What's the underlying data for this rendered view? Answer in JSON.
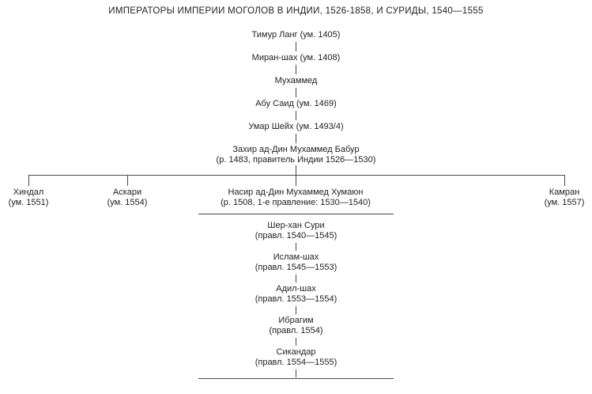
{
  "title": "ИМПЕРАТОРЫ ИМПЕРИИ МОГОЛОВ В ИНДИИ, 1526-1858, И СУРИДЫ, 1540—1555",
  "ancestors": [
    {
      "line1": "Тимур Ланг (ум. 1405)"
    },
    {
      "line1": "Миран-шах (ум. 1408)"
    },
    {
      "line1": "Мухаммед"
    },
    {
      "line1": "Абу Саид (ум. 1469)"
    },
    {
      "line1": "Умар Шейх (ум. 1493/4)"
    },
    {
      "line1": "Захир ад-Дин Мухаммед Бабур",
      "line2": "(р. 1483, правитель Индии 1526—1530)"
    }
  ],
  "children": [
    {
      "line1": "Хиндал",
      "line2": "(ум. 1551)"
    },
    {
      "line1": "Аскари",
      "line2": "(ум. 1554)"
    },
    {
      "line1": "Насир ад-Дин Мухаммед Хумаюн",
      "line2": "(р. 1508, 1-е правление: 1530—1540)"
    },
    {
      "line1": "Камран",
      "line2": "(ум. 1557)"
    }
  ],
  "surids": [
    {
      "line1": "Шер-хан Сури",
      "line2": "(правл. 1540—1545)"
    },
    {
      "line1": "Ислам-шах",
      "line2": "(правл. 1545—1553)"
    },
    {
      "line1": "Адил-шах",
      "line2": "(правл. 1553—1554)"
    },
    {
      "line1": "Ибрагим",
      "line2": "(правл. 1554)"
    },
    {
      "line1": "Сикандар",
      "line2": "(правл. 1554—1555)"
    }
  ],
  "colors": {
    "line": "#4a4a4a",
    "text": "#1f1f1f",
    "background": "#ffffff"
  }
}
